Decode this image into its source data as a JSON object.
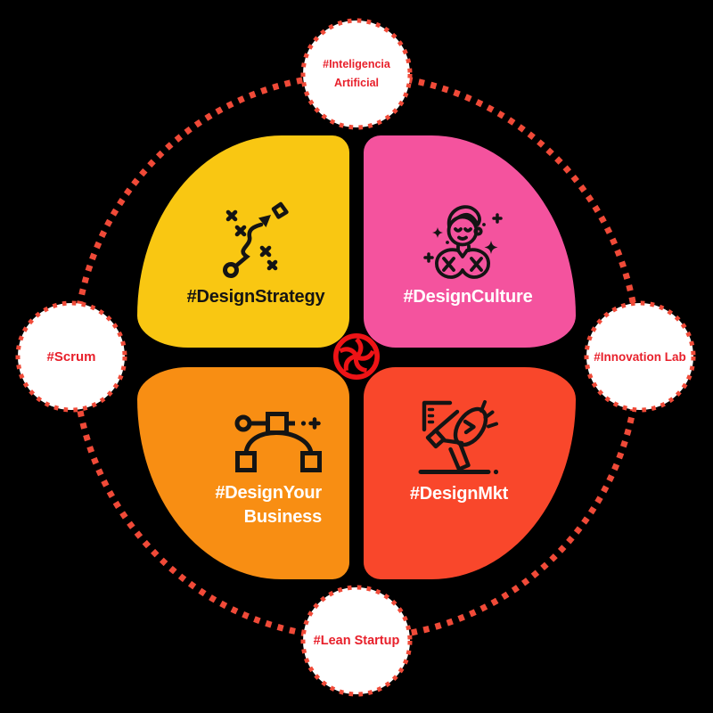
{
  "colors": {
    "background": "#000000",
    "dot_red": "#F04A38",
    "text_red": "#E8202B",
    "logo_red": "#EE1316",
    "icon_black": "#141414",
    "satellite_fill": "#FFFFFF"
  },
  "center_logo": {
    "icon": "pinwheel-logo",
    "color": "#EE1316"
  },
  "petals": [
    {
      "id": "design-strategy",
      "label": "#DesignStrategy",
      "color": "#F9C712",
      "text_color": "#141414",
      "icon": "strategy-path-icon"
    },
    {
      "id": "design-culture",
      "label": "#DesignCulture",
      "color": "#F4539E",
      "text_color": "#FFFFFF",
      "icon": "grateful-person-icon"
    },
    {
      "id": "design-your-business",
      "lines": [
        "#DesignYour",
        "Business"
      ],
      "color": "#F88E13",
      "text_color": "#FFFFFF",
      "icon": "bezier-curve-icon"
    },
    {
      "id": "design-mkt",
      "label": "#DesignMkt",
      "color": "#F9472B",
      "text_color": "#FFFFFF",
      "icon": "megaphone-icon"
    }
  ],
  "satellites": [
    {
      "id": "inteligencia-artificial",
      "position": "top",
      "lines": [
        "#Inteligencia",
        "Artificial"
      ]
    },
    {
      "id": "innovation-lab",
      "position": "right",
      "label": "#Innovation Lab"
    },
    {
      "id": "lean-startup",
      "position": "bottom",
      "label": "#Lean Startup"
    },
    {
      "id": "scrum",
      "position": "left",
      "label": "#Scrum"
    }
  ]
}
